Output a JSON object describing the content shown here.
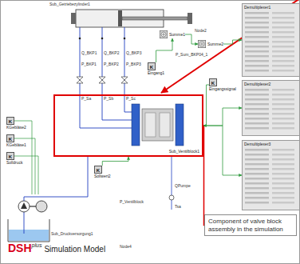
{
  "diagram": {
    "nodes": [
      {
        "text": [
          "Sub_Ventilblock1"
        ]
      },
      {
        "text": [
          "Component of valve block assembly in the simulation"
        ]
      },
      {
        "text": [
          "K",
          "KGebläse2"
        ]
      },
      {
        "text": [
          "K",
          "KGebläse1"
        ]
      },
      {
        "text": [
          "K",
          "Solldruck"
        ]
      },
      {
        "text": [
          "K",
          "Sollwert2"
        ]
      },
      {
        "text": [
          "K",
          "Eingang1"
        ]
      },
      {
        "text": [
          "K",
          "Eingangssignal"
        ]
      },
      {
        "text": [
          "Summe1"
        ]
      },
      {
        "text": [
          "Summe2"
        ]
      },
      {
        "text": [
          "Demultiplexer1"
        ]
      },
      {
        "text": [
          "Demultiplexer2"
        ]
      },
      {
        "text": [
          "Demultiplexer3"
        ]
      }
    ],
    "edges": [
      {
        "from": 6,
        "to": 8,
        "arrow": "to"
      },
      {
        "from": 8,
        "to": 9,
        "arrow": "to"
      },
      {
        "from": 9,
        "to": 10,
        "arrow": "to"
      },
      {
        "from": 7,
        "to": 0,
        "arrow": "to"
      },
      {
        "from": 5,
        "to": 0,
        "arrow": "to"
      },
      {
        "from": 1,
        "to": 0,
        "arrow": "none"
      },
      {
        "from": 0,
        "to": 11,
        "arrow": "to"
      },
      {
        "from": 0,
        "to": 12,
        "arrow": "to"
      }
    ],
    "labels": [
      "Sub_Getriebezylinder1",
      "Node2",
      "P_Sum_BKP04_1",
      "Q_BKP1",
      "Q_BKP2",
      "Q_BKP3",
      "P_BKP1",
      "P_BKP2",
      "P_BKP3",
      "P_Sa",
      "P_Sb",
      "P_Sc",
      "Sub_Druckversorgung1",
      "P_Ventilblock",
      "QPumpe",
      "Tsa",
      "Node4",
      "DSH",
      "plus",
      "Simulation Model"
    ]
  }
}
